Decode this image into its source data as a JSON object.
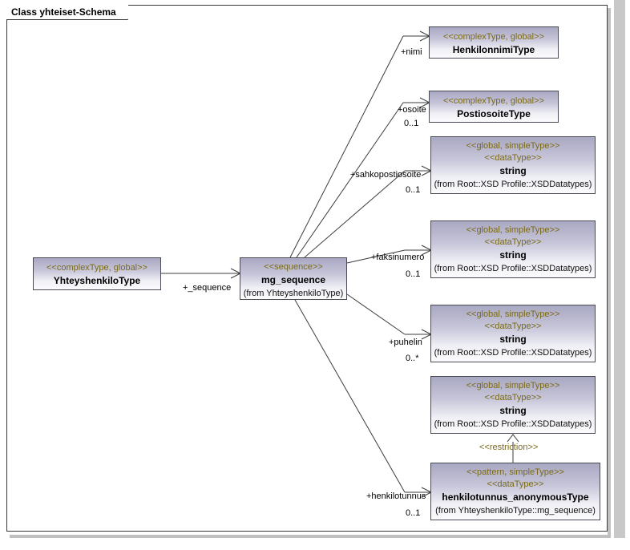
{
  "diagram": {
    "title": "Class yhteiset-Schema",
    "accent_stereotype_color": "#7a6a18",
    "box_border_color": "#4a4a55",
    "connector_color": "#3b3b3b"
  },
  "classes": {
    "yhteyshenkilotype": {
      "stereotype": "<<complexType, global>>",
      "name": "YhteyshenkiloType"
    },
    "mg_sequence": {
      "stereotype": "<<sequence>>",
      "name": "mg_sequence",
      "origin": "(from YhteyshenkiloType)"
    },
    "henkilonnimitype": {
      "stereotype": "<<complexType, global>>",
      "name": "HenkilonnimiType"
    },
    "postiosoitetype": {
      "stereotype": "<<complexType, global>>",
      "name": "PostiosoiteType"
    },
    "string_sahkopostiosoite": {
      "stereotype1": "<<global, simpleType>>",
      "stereotype2": "<<dataType>>",
      "name": "string",
      "origin": "(from Root::XSD Profile::XSDDatatypes)"
    },
    "string_faksinumero": {
      "stereotype1": "<<global, simpleType>>",
      "stereotype2": "<<dataType>>",
      "name": "string",
      "origin": "(from Root::XSD Profile::XSDDatatypes)"
    },
    "string_puhelin": {
      "stereotype1": "<<global, simpleType>>",
      "stereotype2": "<<dataType>>",
      "name": "string",
      "origin": "(from Root::XSD Profile::XSDDatatypes)"
    },
    "string_base": {
      "stereotype1": "<<global, simpleType>>",
      "stereotype2": "<<dataType>>",
      "name": "string",
      "origin": "(from Root::XSD Profile::XSDDatatypes)"
    },
    "henkilotunnus_anonymous": {
      "stereotype1": "<<pattern, simpleType>>",
      "stereotype2": "<<dataType>>",
      "name": "henkilotunnus_anonymousType",
      "origin": "(from YhteyshenkiloType::mg_sequence)"
    }
  },
  "connectors": [
    {
      "role": "+_sequence",
      "multiplicity": "",
      "from": "YhteyshenkiloType",
      "to": "mg_sequence"
    },
    {
      "role": "+nimi",
      "multiplicity": "",
      "from": "mg_sequence",
      "to": "HenkilonnimiType"
    },
    {
      "role": "+osoite",
      "multiplicity": "0..1",
      "from": "mg_sequence",
      "to": "PostiosoiteType"
    },
    {
      "role": "+sahkopostiosoite",
      "multiplicity": "0..1",
      "from": "mg_sequence",
      "to": "string"
    },
    {
      "role": "+faksinumero",
      "multiplicity": "0..1",
      "from": "mg_sequence",
      "to": "string"
    },
    {
      "role": "+puhelin",
      "multiplicity": "0..*",
      "from": "mg_sequence",
      "to": "string"
    },
    {
      "role": "+henkilotunnus",
      "multiplicity": "0..1",
      "from": "mg_sequence",
      "to": "henkilotunnus_anonymousType"
    },
    {
      "role": "<<restriction>>",
      "multiplicity": "",
      "from": "henkilotunnus_anonymousType",
      "to": "string"
    }
  ],
  "labels": {
    "sequence": "+_sequence",
    "nimi": "+nimi",
    "osoite": "+osoite",
    "osoite_mult": "0..1",
    "sahkopostiosoite": "+sahkopostiosoite",
    "sahkopostiosoite_mult": "0..1",
    "faksinumero": "+faksinumero",
    "faksinumero_mult": "0..1",
    "puhelin": "+puhelin",
    "puhelin_mult": "0..*",
    "henkilotunnus": "+henkilotunnus",
    "henkilotunnus_mult": "0..1",
    "restriction": "<<restriction>>"
  }
}
